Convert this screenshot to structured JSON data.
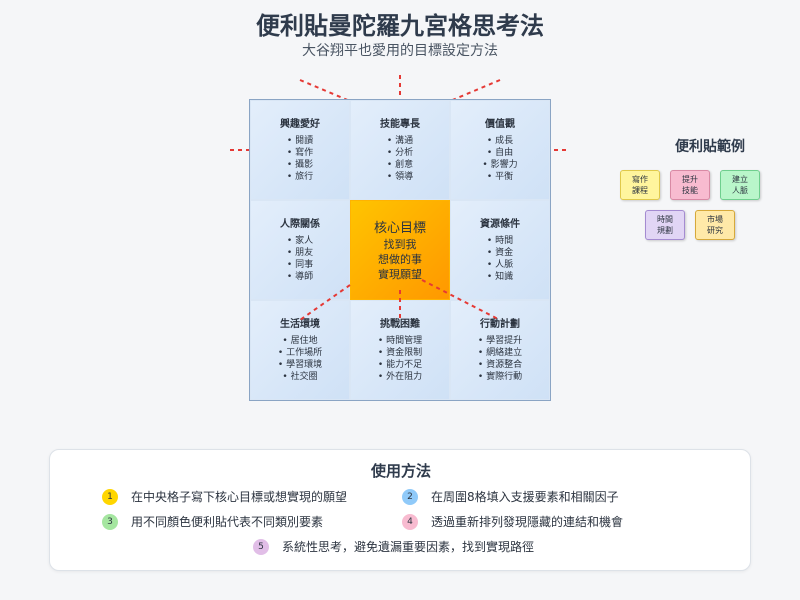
{
  "title": "便利貼曼陀羅九宮格思考法",
  "subtitle": "大谷翔平也愛用的目標設定方法",
  "grid": {
    "cells": [
      {
        "heading": "興趣愛好",
        "items": [
          "• 閱讀",
          "• 寫作",
          "• 攝影",
          "• 旅行"
        ]
      },
      {
        "heading": "技能專長",
        "items": [
          "• 溝通",
          "• 分析",
          "• 創意",
          "• 領導"
        ]
      },
      {
        "heading": "價值觀",
        "items": [
          "• 成長",
          "• 自由",
          "• 影響力",
          "• 平衡"
        ]
      },
      {
        "heading": "人際關係",
        "items": [
          "• 家人",
          "• 朋友",
          "• 同事",
          "• 導師"
        ]
      },
      {
        "center": [
          "核心目標",
          "找到我",
          "想做的事",
          "實現願望"
        ]
      },
      {
        "heading": "資源條件",
        "items": [
          "• 時間",
          "• 資金",
          "• 人脈",
          "• 知識"
        ]
      },
      {
        "heading": "生活環境",
        "items": [
          "• 居住地",
          "• 工作場所",
          "• 學習環境",
          "• 社交圈"
        ]
      },
      {
        "heading": "挑戰困難",
        "items": [
          "• 時間管理",
          "• 資金限制",
          "• 能力不足",
          "• 外在阻力"
        ]
      },
      {
        "heading": "行動計劃",
        "items": [
          "• 學習提升",
          "• 網絡建立",
          "• 資源整合",
          "• 實際行動"
        ]
      }
    ]
  },
  "examples": {
    "title": "便利貼範例",
    "notes": [
      {
        "lines": [
          "寫作",
          "課程"
        ],
        "color": "#fff59d",
        "border": "#e0c94a"
      },
      {
        "lines": [
          "提升",
          "技能"
        ],
        "color": "#f8bbd0",
        "border": "#d98aa5"
      },
      {
        "lines": [
          "建立",
          "人脈"
        ],
        "color": "#b9f6ca",
        "border": "#6fcf8e"
      },
      {
        "lines": [
          "時間",
          "規劃"
        ],
        "color": "#e1d5f5",
        "border": "#a48bd1"
      },
      {
        "lines": [
          "市場",
          "研究"
        ],
        "color": "#ffe9a8",
        "border": "#d6a93a"
      }
    ]
  },
  "usage": {
    "title": "使用方法",
    "steps": [
      {
        "num": "1",
        "text": "在中央格子寫下核心目標或想實現的願望",
        "color": "#ffd600"
      },
      {
        "num": "2",
        "text": "在周圍8格填入支援要素和相關因子",
        "color": "#90caf9"
      },
      {
        "num": "3",
        "text": "用不同顏色便利貼代表不同類別要素",
        "color": "#a5e6a0"
      },
      {
        "num": "4",
        "text": "透過重新排列發現隱藏的連結和機會",
        "color": "#f8bbd0"
      },
      {
        "num": "5",
        "text": "系統性思考，避免遺漏重要因素，找到實現路徑",
        "color": "#e1bee7"
      }
    ]
  },
  "colors": {
    "connector": "#e53935",
    "center_from": "#ffc400",
    "center_to": "#ff9800"
  }
}
